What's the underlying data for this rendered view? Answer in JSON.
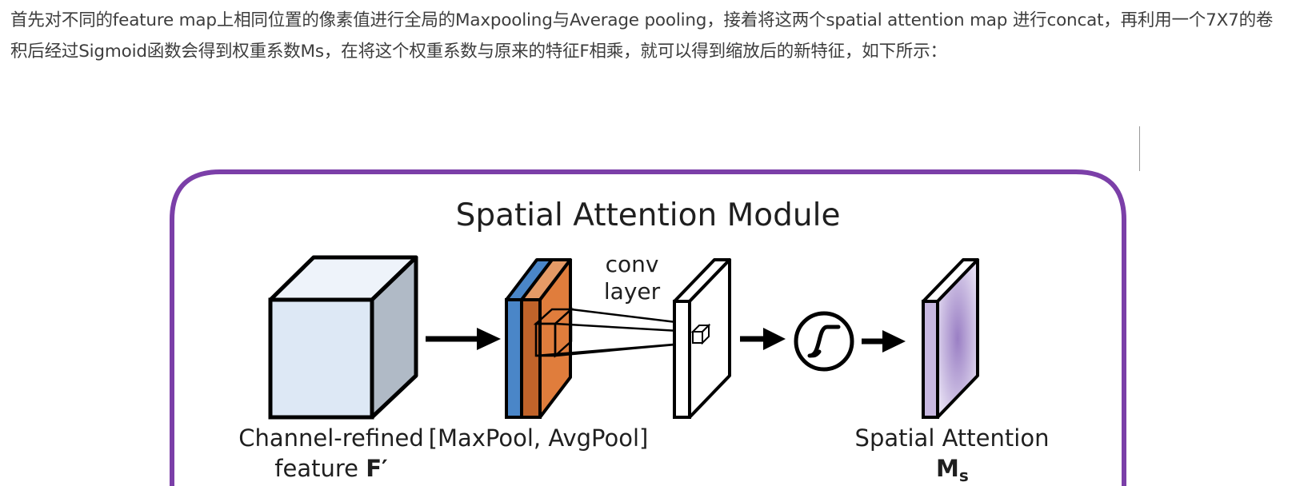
{
  "article": {
    "paragraph": "首先对不同的feature map上相同位置的像素值进行全局的Maxpooling与Average pooling，接着将这两个spatial attention map 进行concat，再利用一个7X7的卷积后经过Sigmoid函数会得到权重系数Ms，在将这个权重系数与原来的特征F相乘，就可以得到缩放后的新特征，如下所示："
  },
  "figure": {
    "title": "Spatial Attention Module",
    "input_label_line1": "Channel-refined",
    "input_label_line2_prefix": "feature ",
    "input_label_line2_symbol": "F′",
    "pool_label": "[MaxPool, AvgPool]",
    "conv_label_line1": "conv",
    "conv_label_line2": "layer",
    "output_label_line1": "Spatial Attention",
    "output_label_symbol": "M",
    "output_label_subscript": "s",
    "colors": {
      "frame": "#7b3fa8",
      "input_cube_front": "#dde8f5",
      "input_cube_side": "#b0bac6",
      "maxpool_blue": "#4a86c8",
      "avgpool_orange": "#c0632a",
      "avgpool_light": "#e59a66",
      "attention_purple": "#9a7fc4"
    }
  }
}
